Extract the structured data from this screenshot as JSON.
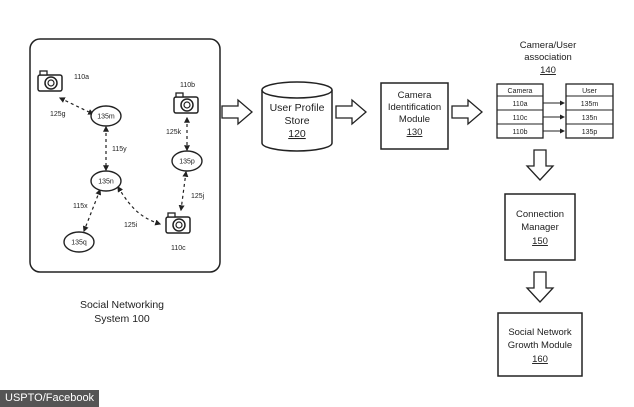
{
  "system": {
    "label_line1": "Social Networking",
    "label_line2": "System 100",
    "cameras": {
      "c_a": "110a",
      "c_b": "110b",
      "c_c": "110c"
    },
    "nodes": {
      "n_m": "135m",
      "n_n": "135n",
      "n_p": "135p",
      "n_q": "135q"
    },
    "edges": {
      "e_g": "125g",
      "e_y": "115y",
      "e_k": "125k",
      "e_j": "125j",
      "e_x": "115x",
      "e_i": "125i"
    }
  },
  "store": {
    "line1": "User Profile",
    "line2": "Store",
    "ref": "120"
  },
  "camera_id": {
    "line1": "Camera",
    "line2": "Identification",
    "line3": "Module",
    "ref": "130"
  },
  "association": {
    "line1": "Camera/User",
    "line2": "association",
    "ref": "140",
    "camera_header": "Camera",
    "user_header": "User",
    "rows": [
      {
        "camera": "110a",
        "user": "135m"
      },
      {
        "camera": "110c",
        "user": "135n"
      },
      {
        "camera": "110b",
        "user": "135p"
      }
    ]
  },
  "connection": {
    "line1": "Connection",
    "line2": "Manager",
    "ref": "150"
  },
  "growth": {
    "line1": "Social Network",
    "line2": "Growth Module",
    "ref": "160"
  },
  "credit": "USPTO/Facebook"
}
